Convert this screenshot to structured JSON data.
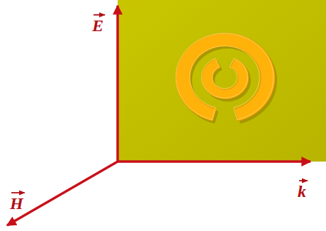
{
  "diagram": {
    "labels": [
      "E",
      "k",
      "H"
    ]
  }
}
